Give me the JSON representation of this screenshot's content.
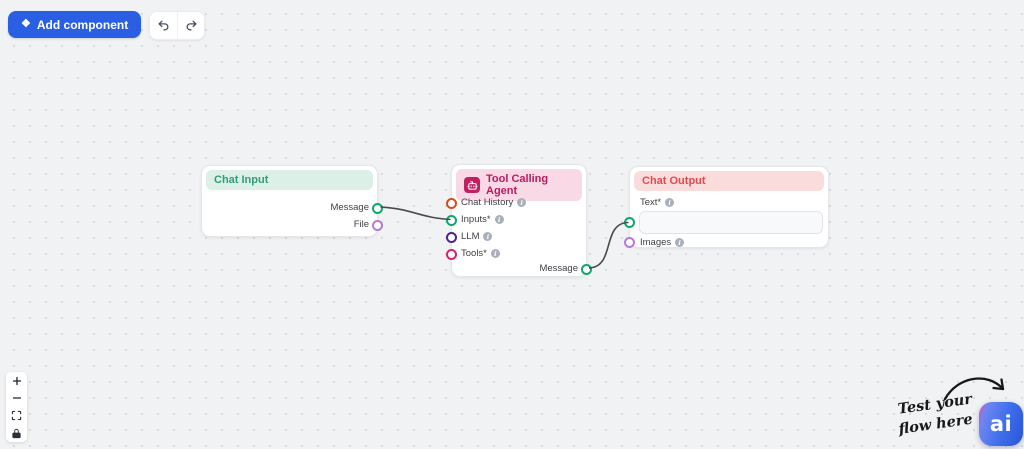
{
  "toolbar": {
    "add_component": {
      "label": "Add component",
      "icon": "component-diamond-icon",
      "glyph": "❖"
    },
    "undo_label": "undo",
    "redo_label": "redo"
  },
  "colors": {
    "accent_blue": "#2b5fe3",
    "edge_stroke": "#4a4a52",
    "chat_input_header_bg": "#dcf0e7",
    "chat_input_title": "#2f9e7b",
    "agent_header_bg": "#f8d9e5",
    "agent_title": "#bc1a5e",
    "agent_badge_bg": "#c11f63",
    "chat_output_header_bg": "#fbdcdd",
    "chat_output_title": "#e5484d"
  },
  "nodes": {
    "chat_input": {
      "title": "Chat Input",
      "outputs": [
        {
          "label": "Message",
          "port_color": "#12a66b"
        },
        {
          "label": "File",
          "port_color": "#b779d9"
        }
      ]
    },
    "agent": {
      "title": "Tool Calling Agent",
      "badge_icon": "bot-icon",
      "inputs": [
        {
          "label": "Chat History",
          "port_color": "#dd4a16"
        },
        {
          "label": "Inputs*",
          "port_color": "#12a66b"
        },
        {
          "label": "LLM",
          "port_color": "#511f98"
        },
        {
          "label": "Tools*",
          "port_color": "#d6246e"
        }
      ],
      "outputs": [
        {
          "label": "Message",
          "port_color": "#12a66b"
        }
      ]
    },
    "chat_output": {
      "title": "Chat Output",
      "fields": [
        {
          "label": "Text*",
          "port_color": "#12a66b",
          "value": "",
          "has_text_input": true
        },
        {
          "label": "Images",
          "port_color": "#b779d9"
        }
      ]
    }
  },
  "edges": [
    {
      "from": "chat_input.Message",
      "to": "agent.Inputs*"
    },
    {
      "from": "agent.Message",
      "to": "chat_output.Text*"
    }
  ],
  "zoom_controls": {
    "zoom_in": "zoom in",
    "zoom_out": "zoom out",
    "fit_view": "fit view",
    "lock": "lock"
  },
  "widget": {
    "hint_line1": "Test your",
    "hint_line2": "flow here",
    "logo_text": "ai"
  }
}
